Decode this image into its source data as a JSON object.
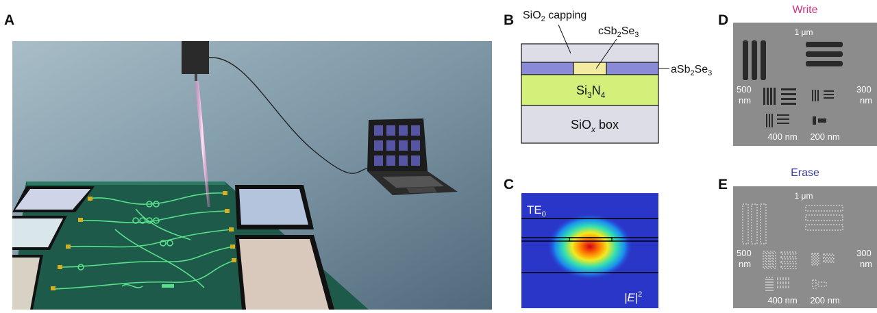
{
  "figure": {
    "panel_labels": {
      "a": "A",
      "b": "B",
      "c": "C",
      "d": "D",
      "e": "E"
    }
  },
  "panel_b": {
    "capping_label": "SiO",
    "capping_sub": "2",
    "capping_suffix": " capping",
    "crystal_label": "cSb",
    "crystal_sub1": "2",
    "crystal_mid": "Se",
    "crystal_sub2": "3",
    "amorph_label": "aSb",
    "amorph_sub1": "2",
    "amorph_mid": "Se",
    "amorph_sub2": "3",
    "core_label": "Si",
    "core_sub1": "3",
    "core_mid": "N",
    "core_sub2": "4",
    "box_label": "SiO",
    "box_sub": "x",
    "box_suffix": " box",
    "colors": {
      "capping": "#dcdde6",
      "pcm_amorphous": "#8a8ad6",
      "pcm_crystal": "#f2eba0",
      "core": "#d2f07a",
      "box": "#dcdde6"
    }
  },
  "panel_c": {
    "mode_label": "TE",
    "mode_sub": "0",
    "field_label": "|E|",
    "field_sup": "2"
  },
  "panel_d": {
    "title": "Write",
    "title_color": "#d6307f",
    "scale_top": "1 μm",
    "label_500": "500\nnm",
    "label_300": "300\nnm",
    "label_400": "400 nm",
    "label_200": "200 nm"
  },
  "panel_e": {
    "title": "Erase",
    "title_color": "#3a3f9c",
    "scale_top": "1 μm",
    "label_500": "500\nnm",
    "label_300": "300\nnm",
    "label_400": "400 nm",
    "label_200": "200 nm"
  }
}
